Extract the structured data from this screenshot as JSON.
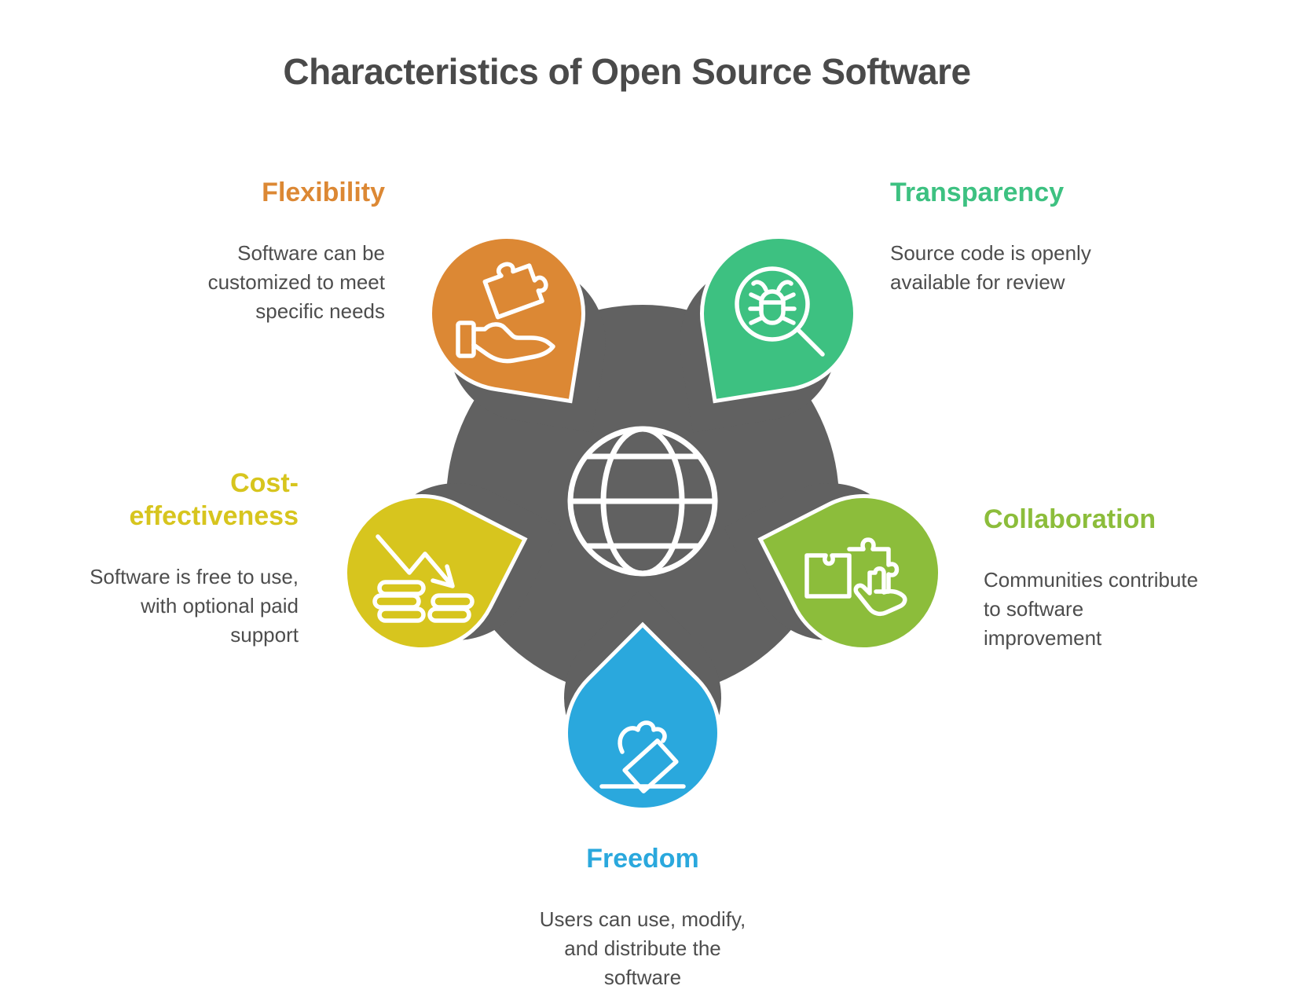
{
  "title": "Characteristics of Open Source Software",
  "colors": {
    "background": "#FFFFFF",
    "center_gray": "#616161",
    "title_text": "#4A4A4A",
    "body_text": "#4D4D4D",
    "icon_stroke": "#FFFFFF"
  },
  "center": {
    "icon": "globe-icon"
  },
  "sections": [
    {
      "id": "flexibility",
      "label": "Flexibility",
      "description": "Software can be\ncustomized to meet\nspecific needs",
      "color": "#DC8834",
      "icon": "hand-puzzle-icon"
    },
    {
      "id": "transparency",
      "label": "Transparency",
      "description": "Source code is openly\navailable for review",
      "color": "#3DC181",
      "icon": "bug-magnifier-icon"
    },
    {
      "id": "cost-effectiveness",
      "label": "Cost-\neffectiveness",
      "description": "Software is free to use,\nwith optional paid\nsupport",
      "color": "#D7C51E",
      "icon": "coins-decline-icon"
    },
    {
      "id": "collaboration",
      "label": "Collaboration",
      "description": "Communities contribute\nto software\nimprovement",
      "color": "#8CBD3B",
      "icon": "puzzle-pieces-icon"
    },
    {
      "id": "freedom",
      "label": "Freedom",
      "description": "Users can use, modify,\nand distribute the\nsoftware",
      "color": "#2AA8DD",
      "icon": "ballot-icon"
    }
  ]
}
